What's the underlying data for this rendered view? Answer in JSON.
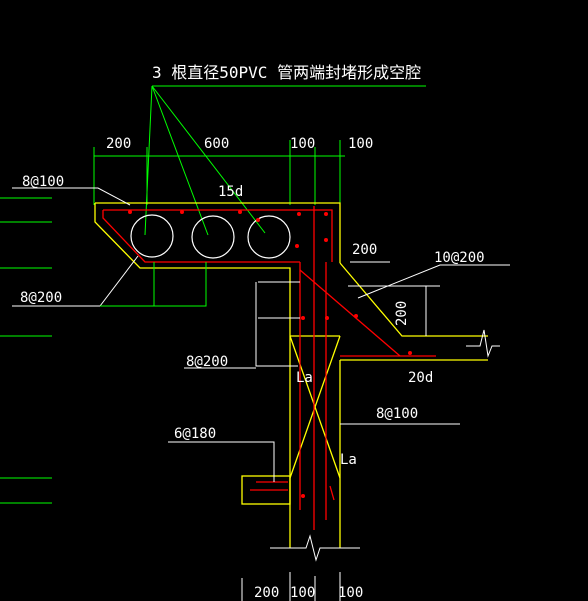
{
  "title": "3 根直径50PVC   管两端封堵形成空腔",
  "dims_top": {
    "d200": "200",
    "d600": "600",
    "d100a": "100",
    "d100b": "100"
  },
  "dims_bottom": {
    "d200": "200",
    "d100a": "100",
    "d100b": "100"
  },
  "labels": {
    "l15d": "15d",
    "r8_100_top": "8@100",
    "r8_200_left": "8@200",
    "r8_200_mid": "8@200",
    "r10_200": "10@200",
    "d200_right": "200",
    "d200_vert": "200",
    "l20d": "20d",
    "la_1": "La",
    "la_2": "La",
    "r8_100_right": "8@100",
    "r6_180": "6@180"
  },
  "colors": {
    "concrete": "#ffff00",
    "rebar": "#ff0000",
    "leader": "#00ff00",
    "dim": "#ffffff"
  }
}
